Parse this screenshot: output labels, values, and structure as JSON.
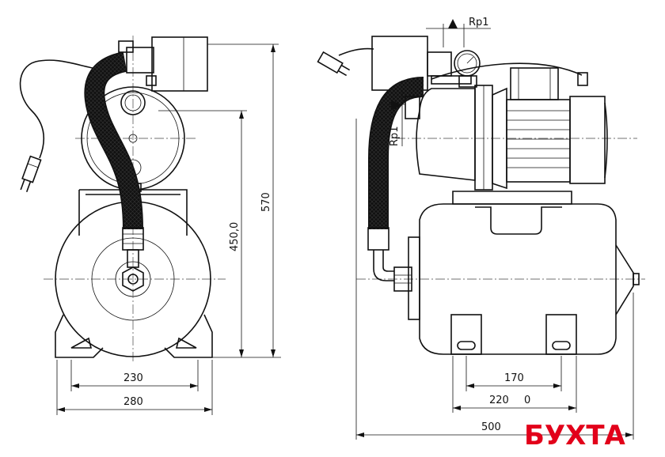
{
  "dimensions": {
    "front_inner_width": "230",
    "front_outer_width": "280",
    "outlet_height": "450,0",
    "total_height": "570",
    "foot_spacing": "170",
    "tank_length": "220",
    "tank_length_suffix": "0",
    "total_length": "500",
    "outlet_thread": "Rp1",
    "inlet_thread": "Rp1"
  },
  "brand": {
    "logo_text": "БУХТА",
    "logo_color": "#e2001a"
  },
  "icons": {
    "outlet_arrow": "triangle-up-icon",
    "inlet_arrow": "triangle-right-icon"
  }
}
